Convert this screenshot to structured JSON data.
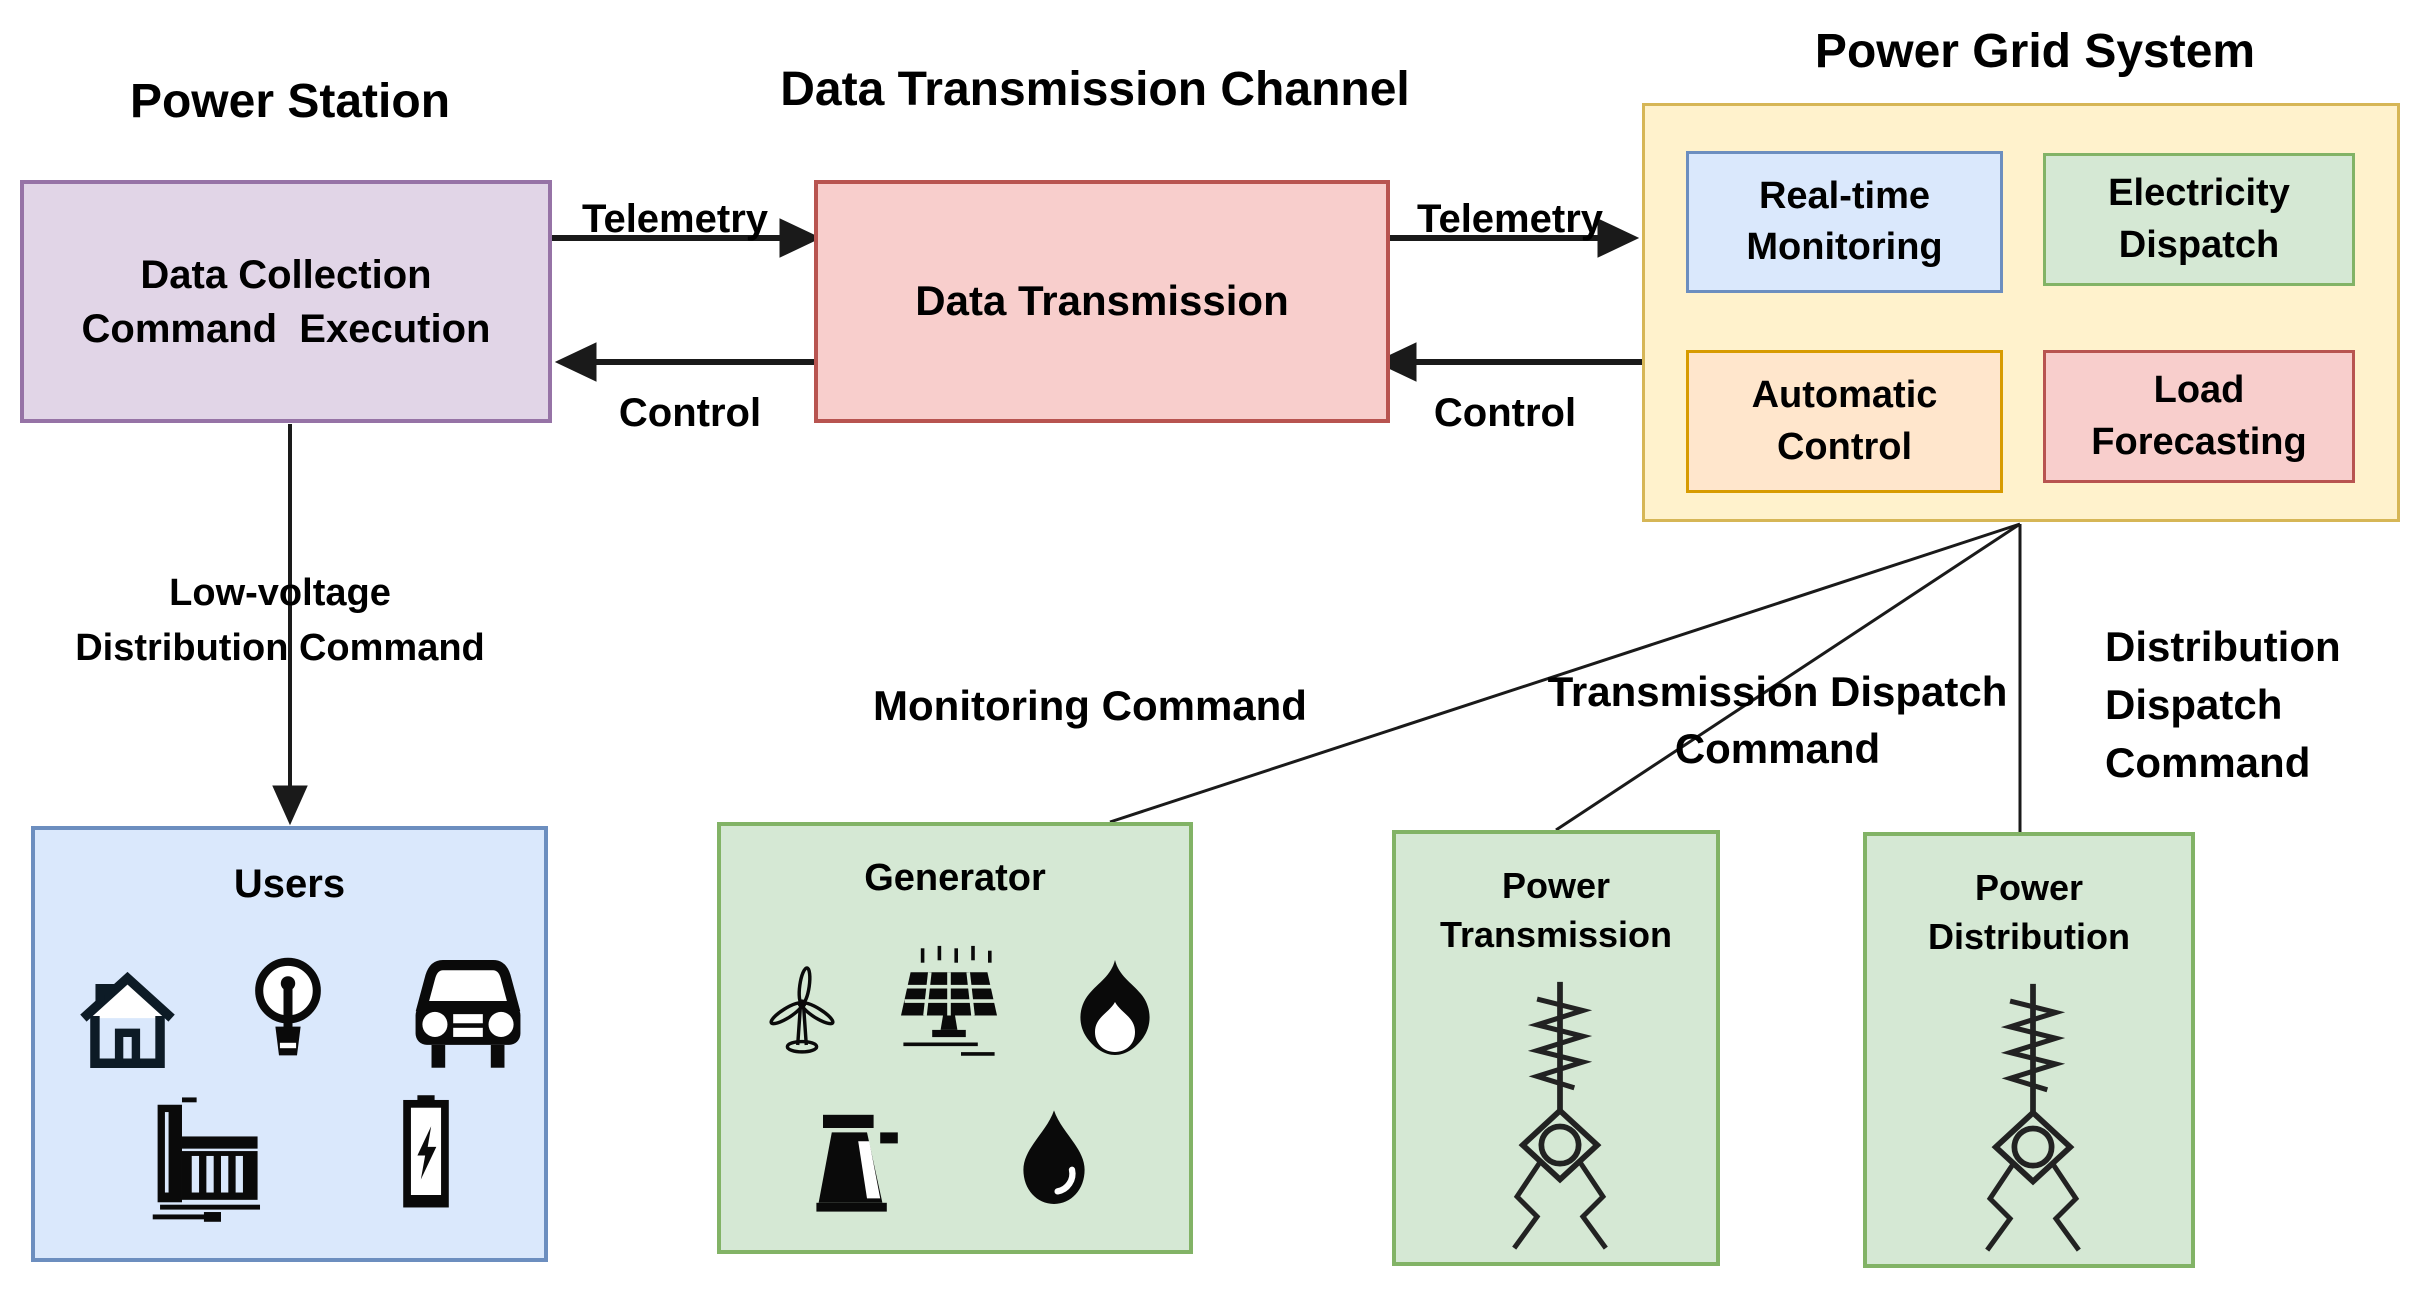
{
  "titles": {
    "power_station": "Power Station",
    "data_transmission_channel": "Data Transmission Channel",
    "power_grid_system": "Power Grid System"
  },
  "power_station": {
    "box_line1": "Data Collection",
    "box_line2": "Command  Execution"
  },
  "transmission_channel": {
    "box_label": "Data Transmission"
  },
  "power_grid": {
    "modules": {
      "real_time_monitoring": {
        "line1": "Real-time",
        "line2": "Monitoring"
      },
      "electricity_dispatch": {
        "line1": "Electricity",
        "line2": "Dispatch"
      },
      "automatic_control": {
        "line1": "Automatic",
        "line2": "Control"
      },
      "load_forecasting": {
        "line1": "Load",
        "line2": "Forecasting"
      }
    }
  },
  "edges": {
    "telemetry_left": "Telemetry",
    "control_left": "Control",
    "telemetry_right": "Telemetry",
    "control_right": "Control",
    "low_voltage_line1": "Low-voltage",
    "low_voltage_line2": "Distribution Command",
    "monitoring_command": "Monitoring Command",
    "transmission_dispatch_line1": "Transmission Dispatch",
    "transmission_dispatch_line2": "Command",
    "distribution_dispatch_line1": "Distribution",
    "distribution_dispatch_line2": "Dispatch",
    "distribution_dispatch_line3": "Command"
  },
  "users": {
    "label": "Users",
    "icons": [
      "house-icon",
      "light-bulb-icon",
      "car-icon",
      "factory-icon",
      "battery-icon"
    ]
  },
  "generator": {
    "label": "Generator",
    "icons": [
      "wind-turbine-icon",
      "solar-panel-icon",
      "flame-icon",
      "power-plant-icon",
      "water-drop-icon"
    ]
  },
  "power_transmission": {
    "line1": "Power",
    "line2": "Transmission"
  },
  "power_distribution": {
    "line1": "Power",
    "line2": "Distribution"
  },
  "colors": {
    "purple_fill": "#E1D5E7",
    "purple_border": "#9673A6",
    "red_fill": "#F8CECC",
    "red_border": "#B85450",
    "yellow_fill": "#FFF2CC",
    "yellow_border": "#D6B656",
    "blue_fill": "#DAE8FC",
    "blue_border": "#6C8EBF",
    "green_fill": "#D5E8D4",
    "green_border": "#82B366",
    "orange_fill": "#FFE6CC",
    "orange_border": "#D79B00",
    "line_color": "#1a1a1a"
  }
}
